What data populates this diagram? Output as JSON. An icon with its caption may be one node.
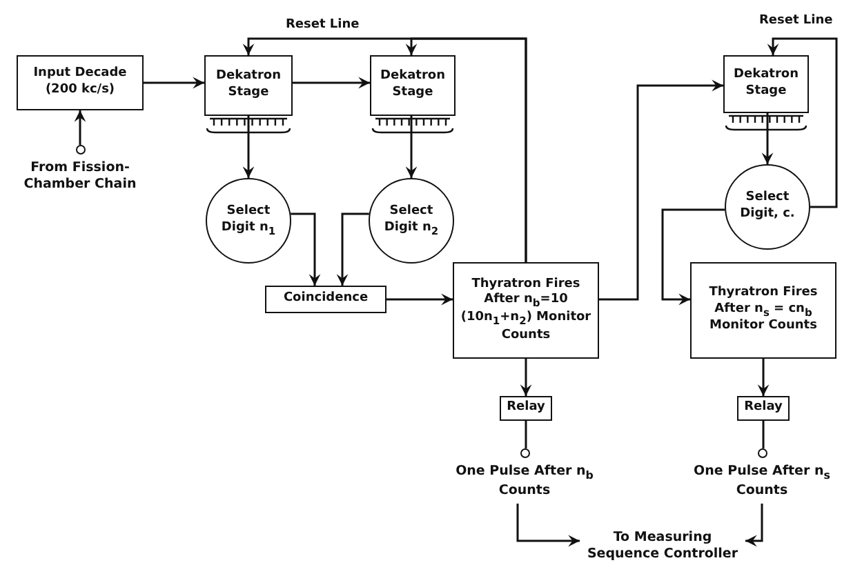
{
  "diagram": {
    "nodes": [
      {
        "text": [
          "Input Decade (200 kc/s)"
        ]
      },
      {
        "text": [
          "From Fission- Chamber Chain"
        ]
      },
      {
        "text": [
          "Dekatron Stage"
        ]
      },
      {
        "text": [
          "Dekatron Stage"
        ]
      },
      {
        "text": [
          "Select Digit n$_{1}$"
        ]
      },
      {
        "text": [
          "Select Digit n$_{2}$"
        ]
      },
      {
        "text": [
          "Coincidence"
        ]
      },
      {
        "text": [
          "Thyratron Fires After n$_{b}$=10 (10n$_{1}$+n$_{2}$) Monitor Counts"
        ]
      },
      {
        "text": [
          "Relay"
        ]
      },
      {
        "text": [
          "One Pulse After n$_{b}$ Counts"
        ]
      },
      {
        "text": [
          "Dekatron Stage"
        ]
      },
      {
        "text": [
          "Select Digit, c."
        ]
      },
      {
        "text": [
          "Thyratron Fires After n$_{s}$ = cn$_{b}$ Monitor Counts"
        ]
      },
      {
        "text": [
          "Relay"
        ]
      },
      {
        "text": [
          "One Pulse After n$_{s}$ Counts"
        ]
      },
      {
        "text": [
          "To Measuring Sequence Controller"
        ]
      }
    ],
    "edges": [
      {
        "from": 1,
        "to": 0,
        "arrow": "to"
      },
      {
        "from": 0,
        "to": 2,
        "arrow": "to"
      },
      {
        "from": 2,
        "to": 3,
        "arrow": "to"
      },
      {
        "from": 2,
        "to": 4,
        "arrow": "to"
      },
      {
        "from": 3,
        "to": 5,
        "arrow": "to"
      },
      {
        "from": 4,
        "to": 6,
        "arrow": "to"
      },
      {
        "from": 5,
        "to": 6,
        "arrow": "to"
      },
      {
        "from": 6,
        "to": 7,
        "arrow": "to"
      },
      {
        "from": 7,
        "to": 2,
        "arrow": "to"
      },
      {
        "from": 7,
        "to": 3,
        "arrow": "to"
      },
      {
        "from": 7,
        "to": 10,
        "arrow": "to"
      },
      {
        "from": 10,
        "to": 11,
        "arrow": "to"
      },
      {
        "from": 11,
        "to": 12,
        "arrow": "to"
      },
      {
        "from": 11,
        "to": 10,
        "arrow": "to"
      },
      {
        "from": 7,
        "to": 8,
        "arrow": "to"
      },
      {
        "from": 8,
        "to": 9,
        "arrow": "none"
      },
      {
        "from": 12,
        "to": 13,
        "arrow": "to"
      },
      {
        "from": 13,
        "to": 14,
        "arrow": "none"
      },
      {
        "from": 9,
        "to": 15,
        "arrow": "to"
      },
      {
        "from": 14,
        "to": 15,
        "arrow": "to"
      }
    ],
    "labels": [
      "Reset Line",
      "Reset Line"
    ]
  }
}
